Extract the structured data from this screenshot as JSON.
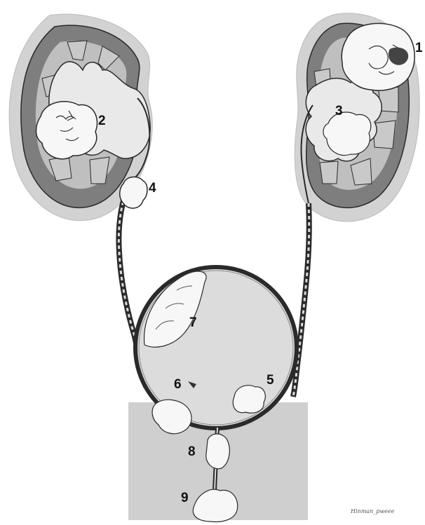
{
  "figure": {
    "colors": {
      "background": "#ffffff",
      "outer_fat": "#d2d2d2",
      "cortex": "#7e7e7e",
      "medulla_pyramid": "#c9c9c9",
      "pelvis": "#e9e9e9",
      "bladder_fill": "#dcdcdc",
      "pelvic_block": "#cfcfcf",
      "tumor": "#f7f7f7",
      "outline": "#2a2a2a"
    },
    "labels": {
      "l1": "1",
      "l2": "2",
      "l3": "3",
      "l4": "4",
      "l5": "5",
      "l6": "6",
      "l7": "7",
      "l8": "8",
      "l9": "9"
    },
    "credit": "Hinman_pweee"
  }
}
